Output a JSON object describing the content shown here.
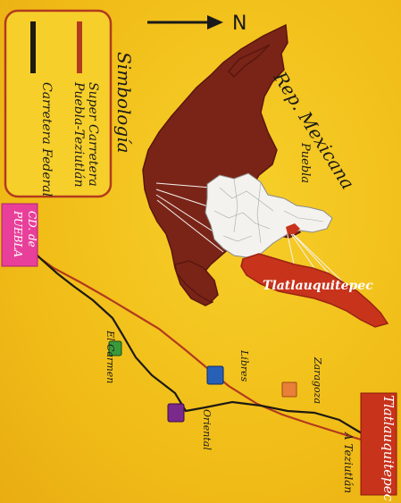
{
  "compass": {
    "letter": "N"
  },
  "legend": {
    "title": "Simbología",
    "items": [
      {
        "label": "Super Carretera",
        "label2": "Puebla-Teziutlán",
        "color": "#b23a1e"
      },
      {
        "label": "Carretera Federal",
        "color": "#1e1a14"
      }
    ]
  },
  "regions": {
    "country": "Rep. Mexicana",
    "state": "Puebla",
    "municipality": "Tlatlauquitepec"
  },
  "places": {
    "origin": "CD. de",
    "origin2": "PUEBLA",
    "destination": "Tlatlauquitepec",
    "teziutlan": "A Teziutlán",
    "towns": [
      {
        "name": "El Carmen",
        "color": "#3a9a3a"
      },
      {
        "name": "Oriental",
        "color": "#7a2a8a"
      },
      {
        "name": "Libres",
        "color": "#2860b8"
      },
      {
        "name": "Zaragoza",
        "color": "#e8803a"
      }
    ]
  },
  "colors": {
    "background": "#f3c11c",
    "country_fill": "#7a2418",
    "state_fill": "#f4f2ee",
    "municipality_fill": "#c8331c",
    "origin_badge": "#e8409a",
    "destination_badge": "#c8331c"
  }
}
